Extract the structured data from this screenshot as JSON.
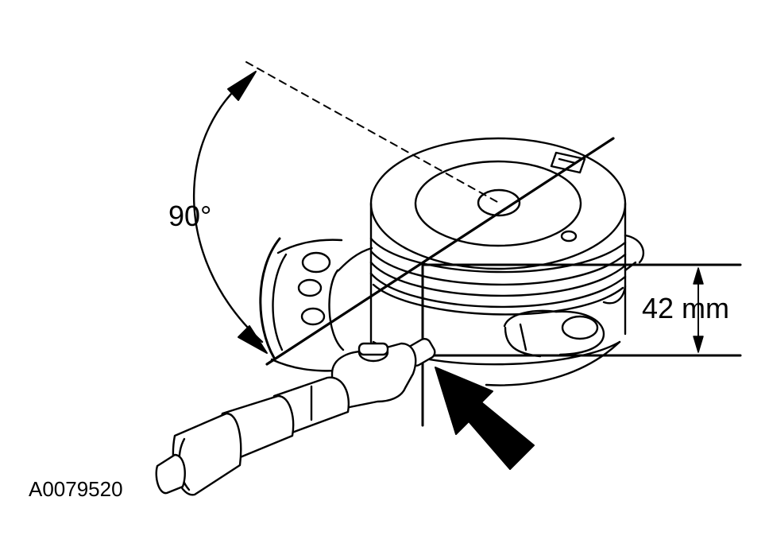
{
  "figure": {
    "angle_label": "90°",
    "dimension_label": "42 mm",
    "reference_id": "A0079520",
    "colors": {
      "ink": "#000000",
      "paper": "#ffffff"
    }
  }
}
